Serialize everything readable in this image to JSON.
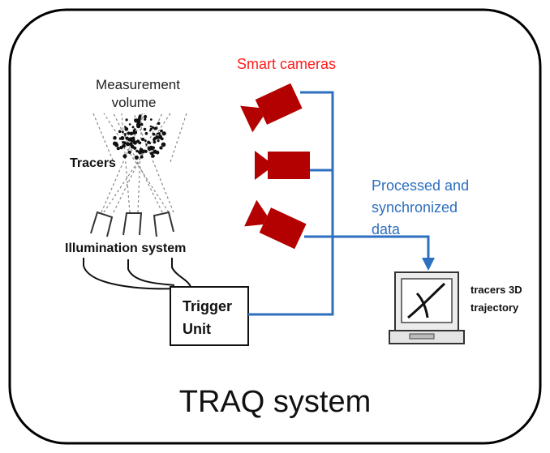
{
  "title": "TRAQ system",
  "labels": {
    "measurement_volume_line1": "Measurement",
    "measurement_volume_line2": "volume",
    "tracers": "Tracers",
    "illumination_system": "Illumination system",
    "smart_cameras": "Smart cameras",
    "trigger_line1": "Trigger",
    "trigger_line2": "Unit",
    "processed_line1": "Processed and",
    "processed_line2": "synchronized",
    "processed_line3": "data",
    "monitor_line1": "tracers 3D",
    "monitor_line2": "trajectory"
  },
  "colors": {
    "camera": "#b30000",
    "data_line": "#2e6fc0",
    "smart_cameras_text": "#ff1a1a",
    "processed_text": "#2e6fc0",
    "frame": "#000000",
    "sketch": "#555555"
  },
  "icons": {
    "camera": "video-camera-icon",
    "monitor": "computer-monitor-icon",
    "light": "light-source-icon"
  }
}
